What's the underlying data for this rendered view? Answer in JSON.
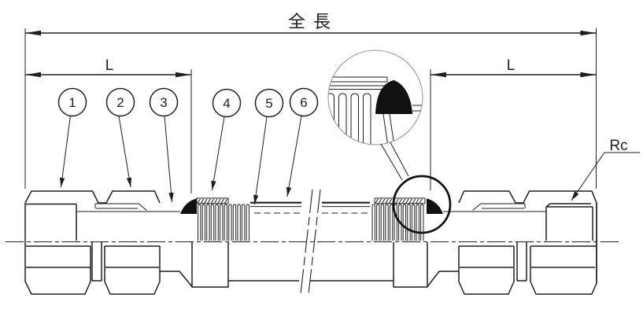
{
  "labels": {
    "total_length": "全 長",
    "length_left": "L",
    "length_right": "L",
    "thread_type": "Rc"
  },
  "callouts": [
    "1",
    "2",
    "3",
    "4",
    "5",
    "6"
  ],
  "colors": {
    "line": "#1f1f1f",
    "weld_fill": "#111111",
    "detail_circle_outline": "#9a9a9a",
    "background": "#ffffff"
  }
}
